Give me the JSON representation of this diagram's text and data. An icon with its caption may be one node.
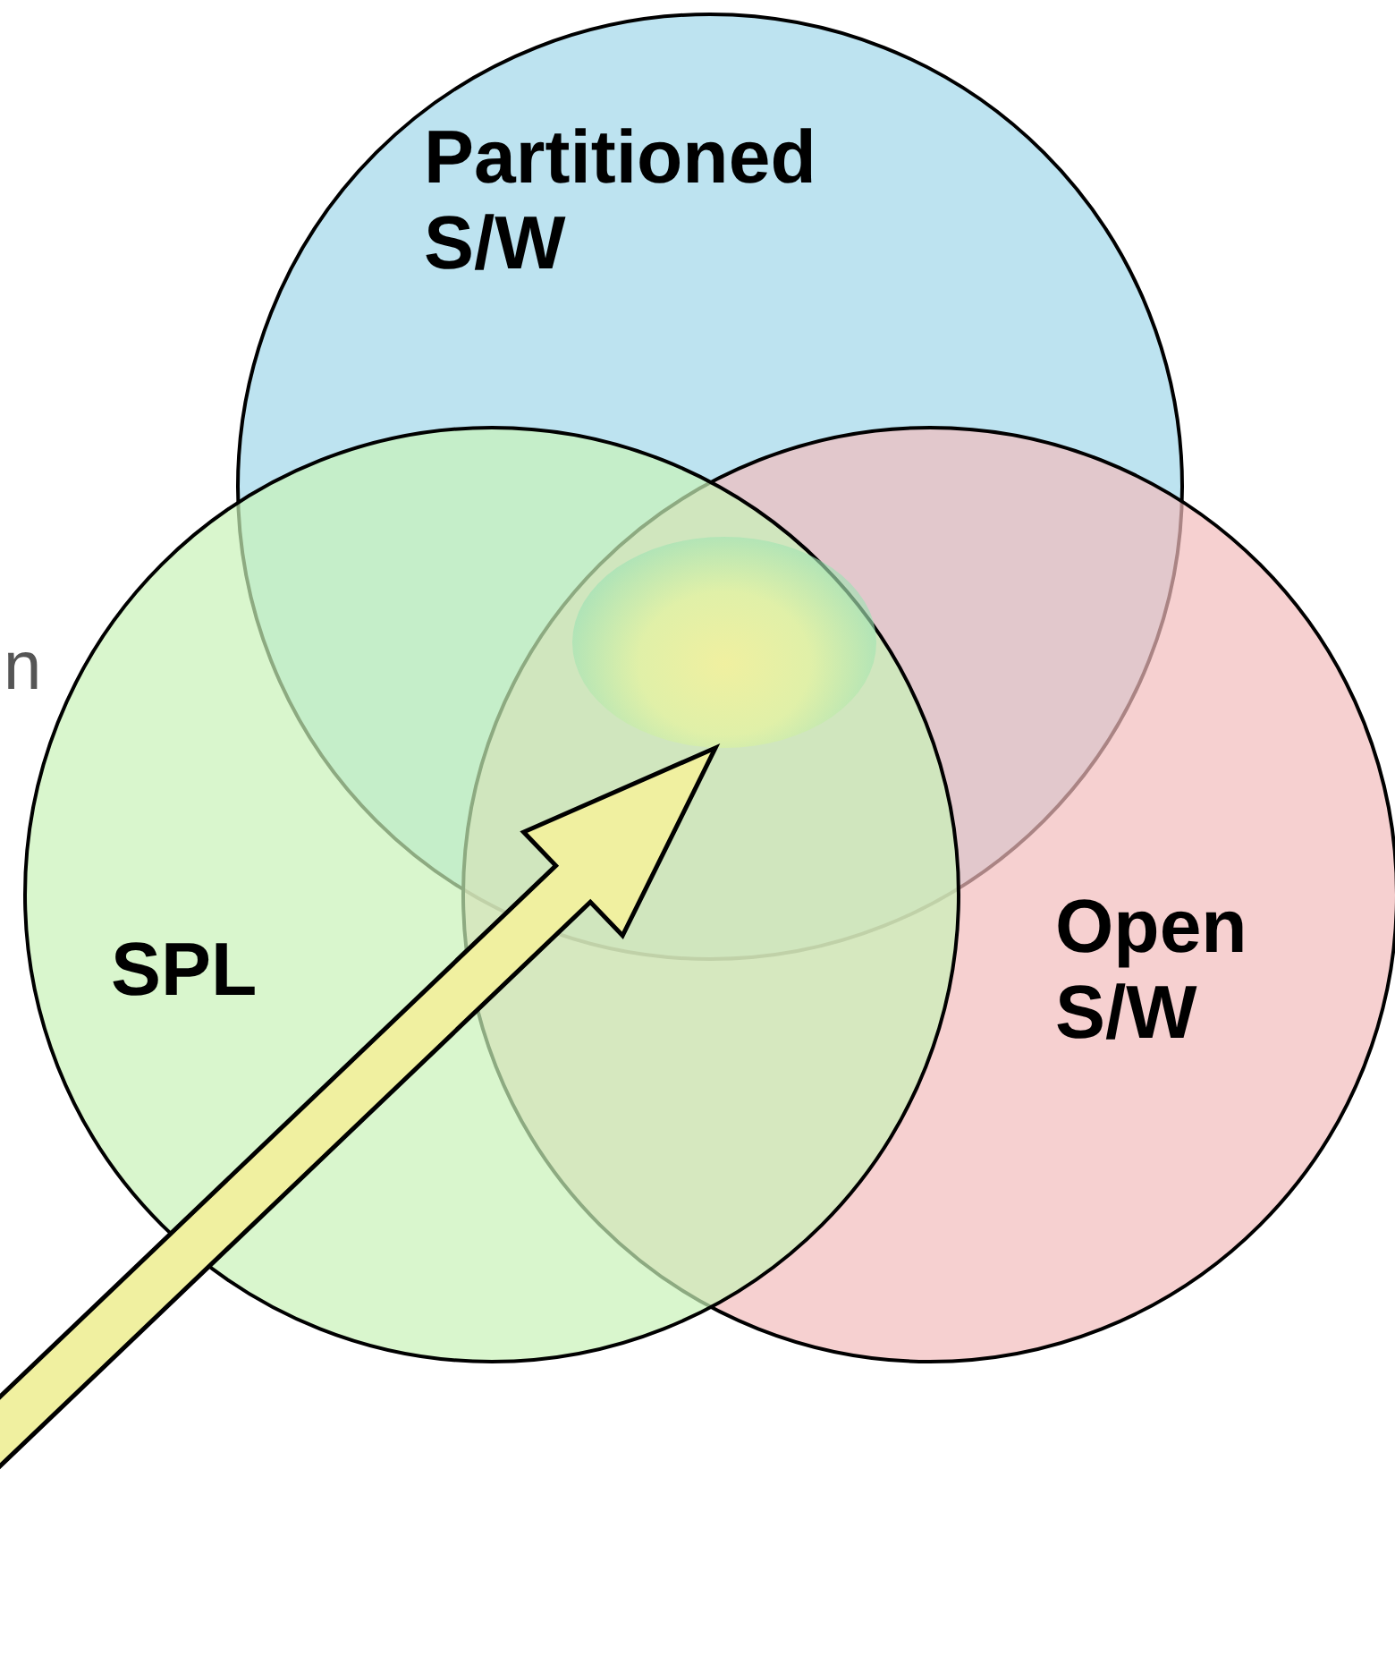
{
  "diagram": {
    "nodes": [
      {
        "text": [
          "Partitioned S/W"
        ]
      },
      {
        "text": [
          "SPL"
        ]
      },
      {
        "text": [
          "Open S/W"
        ]
      },
      {
        "text": [],
        "shape": "cloud"
      }
    ],
    "edges": [
      {
        "from": null,
        "to": 3,
        "arrow": "to",
        "style": "thick"
      }
    ],
    "labels": [
      "n"
    ]
  }
}
